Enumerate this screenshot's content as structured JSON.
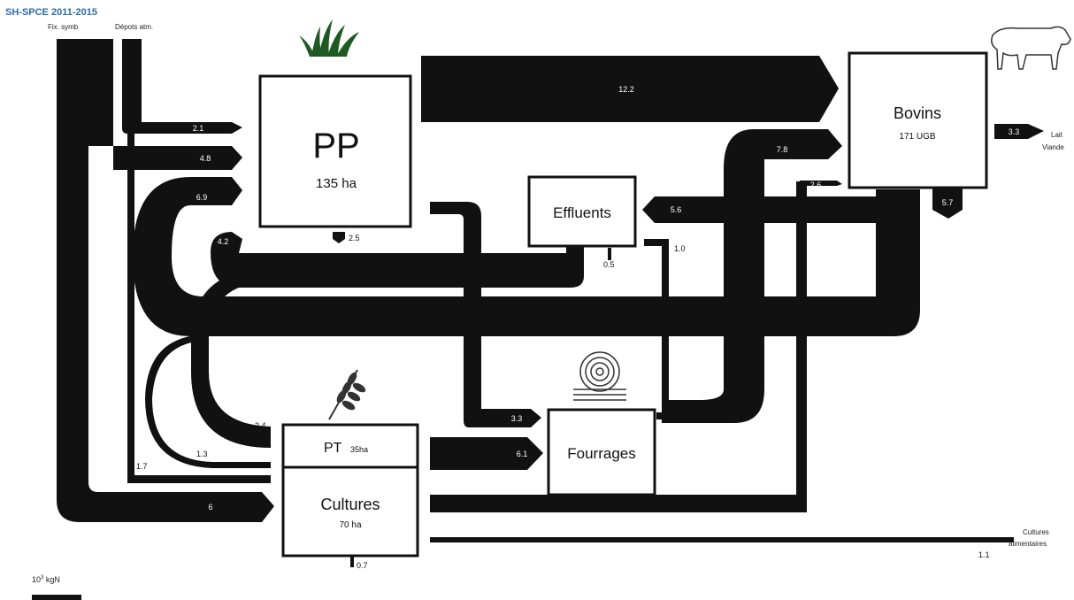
{
  "title": "SH-SPCE 2011-2015",
  "sources": {
    "fix_symb": "Fix. symb",
    "depots_atm": "Dépots atm."
  },
  "unit": {
    "base": "10",
    "exp": "3",
    "suffix": " kgN"
  },
  "nodes": {
    "pp": {
      "name": "PP",
      "area": "135 ha"
    },
    "bovins": {
      "name": "Bovins",
      "sub": "171 UGB"
    },
    "effluents": {
      "name": "Effluents"
    },
    "pt": {
      "name": "PT",
      "area": "35ha"
    },
    "cultures": {
      "name": "Cultures",
      "area": "70 ha"
    },
    "fourrages": {
      "name": "Fourrages"
    }
  },
  "outputs": {
    "lait": "Lait",
    "viande": "Viande",
    "cultures_alim_1": "Cultures",
    "cultures_alim_2": "alimentaires"
  },
  "flows": {
    "pp_bovins": "12.2",
    "depots_pp": "2.1",
    "fix_pp": "4.8",
    "eff_pp": "6.9",
    "eff_pp2": "4.2",
    "pp_loss": "2.5",
    "bovins_out": "3.3",
    "four_bov": "7.8",
    "cult_bov": "2.6",
    "bov_eff": "5.6",
    "bov_loss": "5.7",
    "eff_loss": "0.5",
    "eff_four": "1.0",
    "pp_four": "3.3",
    "pt_four": "6.1",
    "eff_pt": "2.4",
    "loop_pt": "1.3",
    "depots_pt": "1.7",
    "fix_cult": "6",
    "cult_alim": "1.1",
    "cult_loss": "0.7"
  },
  "icons": [
    "grass-icon",
    "cow-icon",
    "wheat-icon",
    "hay-bale-icon"
  ]
}
